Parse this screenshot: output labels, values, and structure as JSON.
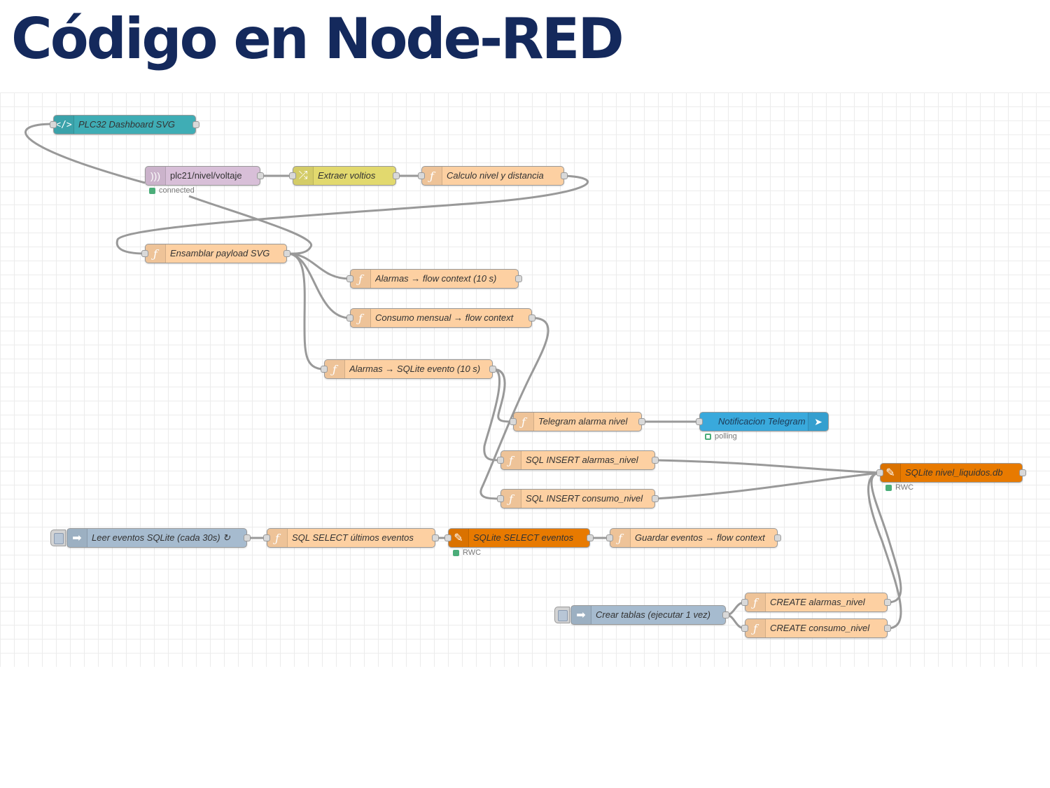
{
  "title": "Código en Node-RED",
  "colors": {
    "title": "#14295c",
    "function": "#fdd0a2",
    "template_ui": "#3fadb5",
    "mqtt": "#d8bfd8",
    "change": "#e2d96e",
    "sqlite": "#e87a00",
    "telegram": "#39a9dc",
    "inject": "#a6bbcf",
    "wire": "#999999",
    "status_connected": "#4bad79"
  },
  "nodes": {
    "plc32_dashboard": {
      "label": "PLC32 Dashboard SVG",
      "icon": "code-icon"
    },
    "mqtt_in": {
      "label": "plc21/nivel/voltaje",
      "icon": "mqtt-icon",
      "status": "connected"
    },
    "extraer_voltios": {
      "label": "Extraer voltios",
      "icon": "shuffle-icon"
    },
    "calculo_nivel": {
      "label": "Calculo nivel y distancia",
      "icon": "function-icon"
    },
    "ensamblar_payload": {
      "label": "Ensamblar payload SVG",
      "icon": "function-icon"
    },
    "alarmas_flow": {
      "label": "Alarmas → flow context (10 s)",
      "icon": "function-icon"
    },
    "consumo_flow": {
      "label": "Consumo mensual → flow context",
      "icon": "function-icon"
    },
    "alarmas_sqlite": {
      "label": "Alarmas → SQLite evento (10 s)",
      "icon": "function-icon"
    },
    "telegram_alarma": {
      "label": "Telegram alarma nivel",
      "icon": "function-icon"
    },
    "notificacion_telegram": {
      "label": "Notificacion Telegram",
      "icon": "telegram-icon",
      "status": "polling"
    },
    "sql_insert_alarmas": {
      "label": "SQL INSERT alarmas_nivel",
      "icon": "function-icon"
    },
    "sql_insert_consumo": {
      "label": "SQL INSERT consumo_nivel",
      "icon": "function-icon"
    },
    "sqlite_db": {
      "label": "SQLite nivel_liquidos.db",
      "icon": "feather-icon",
      "status": "RWC"
    },
    "leer_eventos": {
      "label": "Leer eventos SQLite (cada 30s) ↻",
      "icon": "inject-arrow-icon"
    },
    "sql_select": {
      "label": "SQL SELECT últimos eventos",
      "icon": "function-icon"
    },
    "sqlite_select": {
      "label": "SQLite SELECT eventos",
      "icon": "feather-icon",
      "status": "RWC"
    },
    "guardar_eventos": {
      "label": "Guardar eventos → flow context",
      "icon": "function-icon"
    },
    "crear_tablas": {
      "label": "Crear tablas (ejecutar 1 vez)",
      "icon": "inject-arrow-icon"
    },
    "create_alarmas": {
      "label": "CREATE alarmas_nivel",
      "icon": "function-icon"
    },
    "create_consumo": {
      "label": "CREATE consumo_nivel",
      "icon": "function-icon"
    }
  }
}
